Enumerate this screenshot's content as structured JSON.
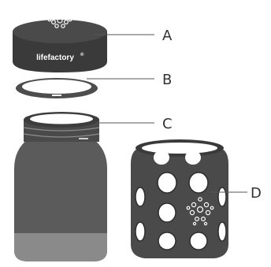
{
  "diagram": {
    "brand": "lifefactory",
    "brand_mark": "®",
    "callouts": [
      {
        "id": "A",
        "label": "A"
      },
      {
        "id": "B",
        "label": "B"
      },
      {
        "id": "C",
        "label": "C"
      },
      {
        "id": "D",
        "label": "D"
      }
    ],
    "colors": {
      "cap": "#3a3a3a",
      "glass": "#5b5b5b",
      "sleeve": "#4a4a4a",
      "ring": "#4d4d4d",
      "line": "#555555",
      "background": "#ffffff"
    }
  }
}
